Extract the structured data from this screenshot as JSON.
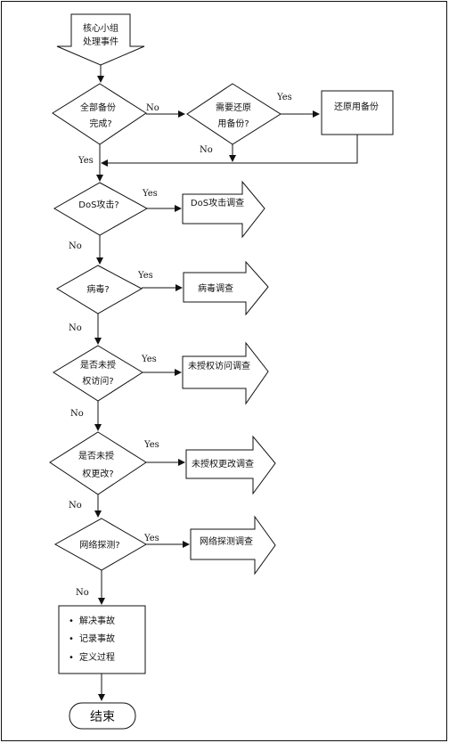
{
  "start": {
    "line1": "核心小组",
    "line2": "处理事件"
  },
  "d1": {
    "line1": "全部备份",
    "line2": "完成?"
  },
  "d1b": {
    "line1": "需要还原",
    "line2": "用备份?"
  },
  "restore": {
    "label": "还原用备份"
  },
  "d2": {
    "label": "DoS攻击?"
  },
  "a2": {
    "label": "DoS攻击调查"
  },
  "d3": {
    "label": "病毒?"
  },
  "a3": {
    "label": "病毒调查"
  },
  "d4": {
    "line1": "是否未授",
    "line2": "权访问?"
  },
  "a4": {
    "label": "未授权访问调查"
  },
  "d5": {
    "line1": "是否未授",
    "line2": "权更改?"
  },
  "a5": {
    "label": "未授权更改调查"
  },
  "d6": {
    "label": "网络探测?"
  },
  "a6": {
    "label": "网络探测调查"
  },
  "final": {
    "items": [
      "解决事故",
      "记录事故",
      "定义过程"
    ]
  },
  "end": {
    "label": "结束"
  },
  "labels": {
    "yes": "Yes",
    "no": "No"
  }
}
